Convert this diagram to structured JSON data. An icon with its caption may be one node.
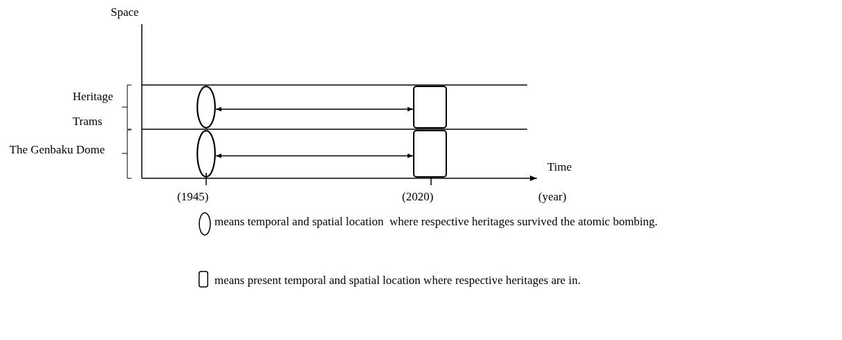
{
  "diagram": {
    "nodes": [
      {
        "text": [],
        "shape": "ellipse"
      },
      {
        "text": [],
        "shape": "box"
      },
      {
        "text": [],
        "shape": "ellipse"
      },
      {
        "text": [],
        "shape": "box"
      }
    ],
    "edges": [
      {
        "from": 0,
        "to": 1,
        "arrow": "both"
      },
      {
        "from": 2,
        "to": 3,
        "arrow": "both"
      }
    ],
    "labels": [
      "Space",
      "Heritage Trams",
      "The Genbaku Dome",
      "Time",
      "(1945)",
      "(2020)",
      "(year)"
    ],
    "legend": [
      {
        "text": "means temporal and spatial location  where respective heritages survived the atomic bombing."
      },
      {
        "text": "means present temporal and spatial location where respective heritages are in."
      }
    ]
  }
}
